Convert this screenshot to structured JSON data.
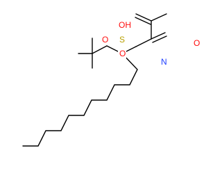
{
  "molecule": {
    "atoms": {
      "oh_sulfonic": "OH",
      "o_sulfonyl_left": "O",
      "sulfur": "S",
      "o_sulfonyl_bottom": "O",
      "amide_n": "N",
      "amide_o": "O"
    },
    "colors": {
      "oxygen": "#ff0d0d",
      "sulfur": "#b8a000",
      "nitrogen": "#1f3fff",
      "bond": "#000000"
    }
  }
}
